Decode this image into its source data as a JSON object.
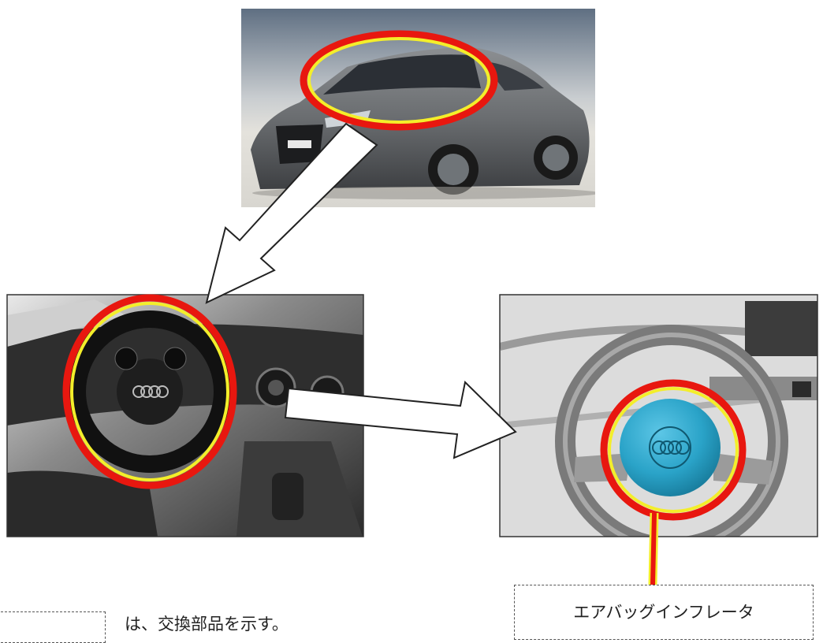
{
  "callout": {
    "label": "エアバッグインフレータ"
  },
  "legend": {
    "text": "は、交換部品を示す。"
  },
  "colors": {
    "highlight_outer": "#e8170f",
    "highlight_inner": "#f4ee2a",
    "airbag_part": "#2aa3c8",
    "arrow_fill": "#ffffff",
    "arrow_stroke": "#222222"
  },
  "panels": [
    {
      "name": "car-exterior-photo",
      "subject": "car"
    },
    {
      "name": "interior-photo",
      "subject": "steering-wheel-dashboard"
    },
    {
      "name": "airbag-render",
      "subject": "steering-wheel-airbag"
    }
  ]
}
